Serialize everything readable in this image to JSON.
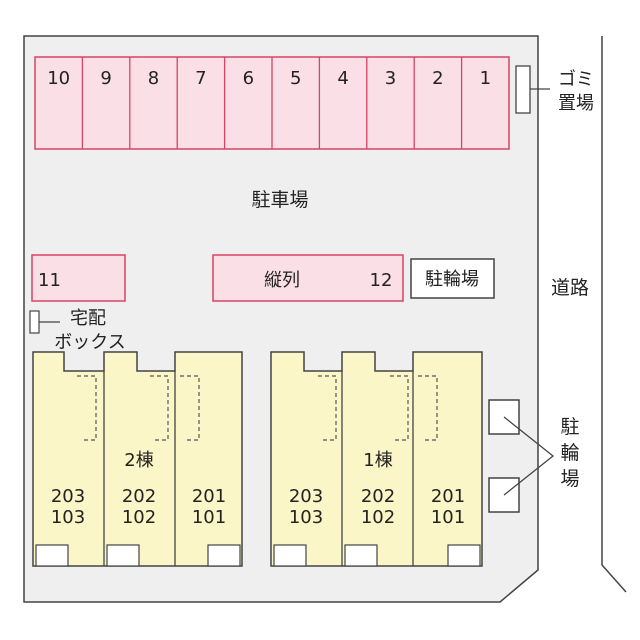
{
  "parking_label": "駐車場",
  "parking_spaces": [
    "10",
    "9",
    "8",
    "7",
    "6",
    "5",
    "4",
    "3",
    "2",
    "1"
  ],
  "space_11": "11",
  "space_12": "12",
  "tandem_label": "縦列",
  "bike_parking_top": "駐輪場",
  "bike_parking_side": [
    "駐",
    "輪",
    "場"
  ],
  "garbage_label": [
    "ゴミ",
    "置場"
  ],
  "delivery_box_label": [
    "宅配",
    "ボックス"
  ],
  "road_label": "道路",
  "building_2": {
    "name": "2棟",
    "units": [
      {
        "upper": "203",
        "lower": "103"
      },
      {
        "upper": "202",
        "lower": "102"
      },
      {
        "upper": "201",
        "lower": "101"
      }
    ]
  },
  "building_1": {
    "name": "1棟",
    "units": [
      {
        "upper": "203",
        "lower": "103"
      },
      {
        "upper": "202",
        "lower": "102"
      },
      {
        "upper": "201",
        "lower": "101"
      }
    ]
  },
  "colors": {
    "lot": "#efefef",
    "parking_fill": "#fadfe6",
    "parking_stroke": "#d64565",
    "building_fill": "#fbf6c8",
    "outline": "#444444"
  }
}
